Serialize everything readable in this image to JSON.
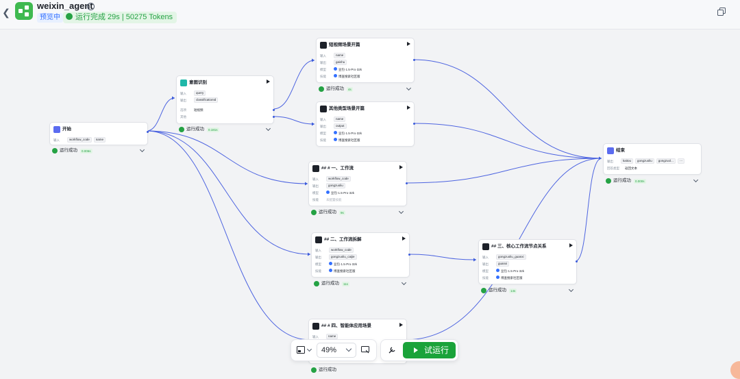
{
  "header": {
    "back_icon": "chevron-left-icon",
    "app_name": "weixin_agent",
    "info_icon": "info-icon",
    "preview_badge": "预览中",
    "run_status": "运行完成 29s | 50275 Tokens",
    "status_color": "#25a244"
  },
  "nodes": {
    "start": {
      "title": "开始",
      "in_label": "输入",
      "inputs": [
        "workflow_code",
        "name"
      ],
      "run": "运行成功",
      "time": "0.006s"
    },
    "intent": {
      "title": "意图识别",
      "in_label": "输入",
      "input": "query",
      "out_label": "输出",
      "output": "classificationId",
      "opt_label": "选项",
      "option": "短视频",
      "other_label": "其他",
      "run": "运行成功",
      "time": "0.181s"
    },
    "video": {
      "title": "短视频场景开篇",
      "in_label": "输入",
      "input": "name",
      "out_label": "输出",
      "output": "gaishu",
      "model_label": "模型",
      "model": "豆包·1.5·Pro·32k",
      "skill_label": "技能",
      "skill": "博查搜索社区版",
      "run": "运行成功",
      "time": "4s"
    },
    "other": {
      "title": "其他类型场景开篇",
      "in_label": "输入",
      "input": "name",
      "out_label": "输出",
      "output": "output",
      "model_label": "模型",
      "model": "豆包·1.5·Pro·32k",
      "skill_label": "技能",
      "skill": "博查搜索社区版"
    },
    "flow": {
      "title": "## # 一、工作流",
      "in_label": "输入",
      "input": "workflow_code",
      "out_label": "输出",
      "output": "gongzuoliu",
      "model_label": "模型",
      "model": "豆包·1.5·Pro·32k",
      "skill_label": "技能",
      "skill": "未配置技能",
      "run": "运行成功",
      "time": "9s"
    },
    "decomp": {
      "title": "## 二、工作流拆解",
      "in_label": "输入",
      "input": "workflow_code",
      "out_label": "输出",
      "output": "gongzuoliu_caijie",
      "model_label": "模型",
      "model": "豆包·1.5·Pro·32k",
      "skill_label": "技能",
      "skill": "博查搜索社区版",
      "run": "运行成功",
      "time": "11s"
    },
    "core": {
      "title": "## 三、核心工作流节点关系",
      "in_label": "输入",
      "input": "gongzuoliu_guanxi",
      "out_label": "输出",
      "output": "guanxi",
      "model_label": "模型",
      "model": "豆包·1.5·Pro·32k",
      "skill_label": "技能",
      "skill": "博查搜索社区版",
      "run": "运行成功",
      "time": "14s"
    },
    "agent": {
      "title": "## # 四、智能体应用场景",
      "in_label": "输入",
      "input": "name",
      "run": "运行成功"
    },
    "end": {
      "title": "结束",
      "out_label": "输出",
      "outputs": [
        "kaitou",
        "gongzuoliu",
        "gongzuol..."
      ],
      "more": "···",
      "mode_label": "回答类型",
      "mode": "返回文本",
      "run": "运行成功",
      "time": "0.000s"
    }
  },
  "toolbar": {
    "minimap_icon": "minimap-icon",
    "zoom": "49%",
    "comment_icon": "comment-icon",
    "debug_icon": "wrench-icon",
    "run_label": "试运行",
    "run_color": "#1aa33a"
  }
}
